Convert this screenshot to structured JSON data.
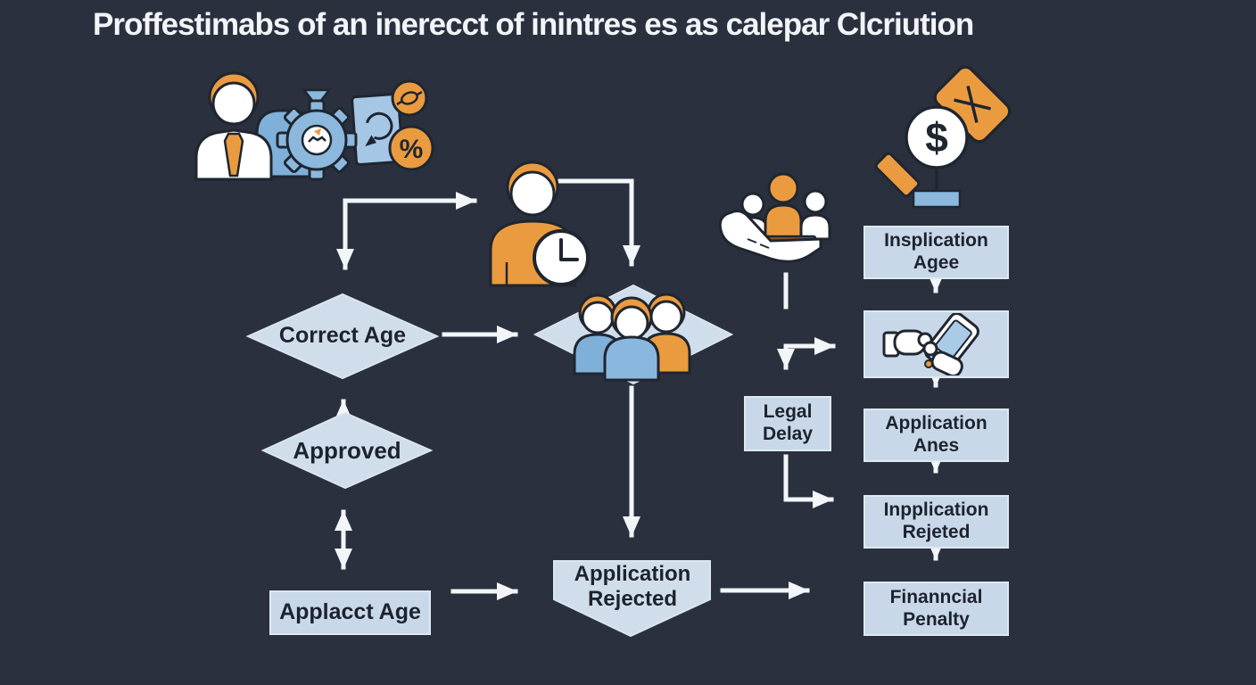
{
  "title": "Proffestimabs of an inerecct of inintres es as calepar Clcriution",
  "nodes": {
    "correct_age": "Correct Age",
    "approved": "Approved",
    "applacct_age": "Applacct Age",
    "application_rejected": "Application\nRejected",
    "legal_delay": "Legal\nDelay",
    "insplication_agee": "Insplication\nAgee",
    "application_anes": "Application\nAnes",
    "inpplication_rejeted": "Inpplication\nRejeted",
    "finanncial_penalty": "Finanncial\nPenalty"
  },
  "glyphs": {
    "dollar": "$",
    "percent": "%"
  },
  "icons": [
    "businessman-process-icon",
    "person-clock-icon",
    "people-group-icon",
    "hand-holding-people-icon",
    "gavel-dollar-icon",
    "id-verification-icon",
    "percent-badge-icon",
    "document-refresh-icon",
    "gear-handshake-icon"
  ],
  "colors": {
    "background": "#2a303e",
    "node_fill": "#c9d8e8",
    "diamond_fill": "#cfdeea",
    "node_border": "#dde8f1",
    "text_dark": "#1c232e",
    "arrow_white": "#f3f6f9",
    "accent_orange": "#eb9b3f",
    "accent_blue": "#7fb0d9",
    "icon_outline": "#1f2630",
    "title_color": "#f2f5f8"
  }
}
